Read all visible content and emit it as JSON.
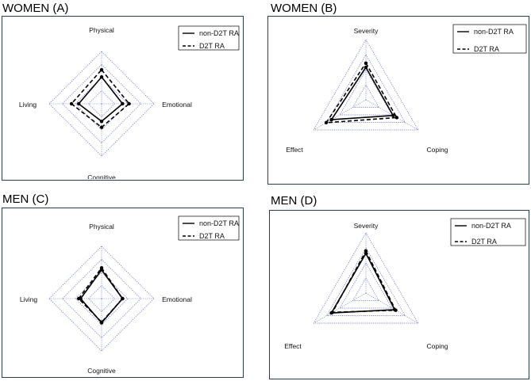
{
  "chart_data": [
    {
      "type": "radar",
      "title": "WOMEN (A)",
      "axes": [
        "Physical",
        "Emotional",
        "Cognitive",
        "Living"
      ],
      "rmax": 4,
      "rings": 4,
      "series": [
        {
          "name": "non-D2T RA",
          "values": [
            2.05,
            1.6,
            1.35,
            1.75
          ],
          "style": "solid"
        },
        {
          "name": "D2T RA",
          "values": [
            2.6,
            2.1,
            1.8,
            2.3
          ],
          "style": "dashed"
        }
      ],
      "legend": "top-right"
    },
    {
      "type": "radar",
      "title": "WOMEN (B)",
      "axes": [
        "Severity",
        "Coping",
        "Effect"
      ],
      "rmax": 5,
      "rings": 4,
      "series": [
        {
          "name": "non-D2T RA",
          "values": [
            2.7,
            2.6,
            3.3
          ],
          "style": "solid"
        },
        {
          "name": "D2T RA",
          "values": [
            3.05,
            2.95,
            3.8
          ],
          "style": "dashed"
        }
      ],
      "legend": "top-right"
    },
    {
      "type": "radar",
      "title": "MEN (C)",
      "axes": [
        "Physical",
        "Emotional",
        "Cognitive",
        "Living"
      ],
      "rmax": 4,
      "rings": 4,
      "series": [
        {
          "name": "non-D2T RA",
          "values": [
            2.2,
            1.6,
            1.85,
            1.6
          ],
          "style": "solid"
        },
        {
          "name": "D2T RA",
          "values": [
            2.35,
            1.6,
            1.8,
            1.75
          ],
          "style": "dashed"
        }
      ],
      "legend": "top-right"
    },
    {
      "type": "radar",
      "title": "MEN (D)",
      "axes": [
        "Severity",
        "Coping",
        "Effect"
      ],
      "rmax": 5,
      "rings": 4,
      "series": [
        {
          "name": "non-D2T RA",
          "values": [
            3.3,
            2.75,
            3.3
          ],
          "style": "solid"
        },
        {
          "name": "D2T RA",
          "values": [
            3.5,
            2.85,
            3.2
          ],
          "style": "dashed"
        }
      ],
      "legend": "top-right"
    }
  ]
}
